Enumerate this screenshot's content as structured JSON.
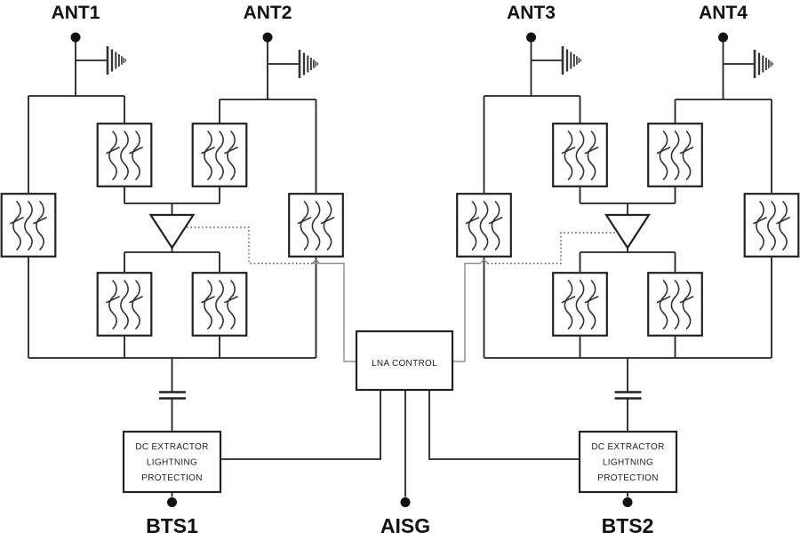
{
  "colors": {
    "background": "#ffffff",
    "line": "#222222",
    "control_line": "#8f8f8f",
    "dotted_control_line": "#555555",
    "text": "#111111"
  },
  "icons": {
    "filter": "rf-filter-icon",
    "amplifier": "lna-amplifier-icon",
    "arrester": "surge-arrester-icon",
    "capacitor": "dc-block-capacitor-icon",
    "terminal": "port-terminal-icon"
  },
  "ports": {
    "ant1": "ANT1",
    "ant2": "ANT2",
    "ant3": "ANT3",
    "ant4": "ANT4",
    "bts1": "BTS1",
    "bts2": "BTS2",
    "aisg": "AISG"
  },
  "blocks": {
    "lna_control": {
      "label": "LNA CONTROL"
    },
    "dc_extractor_1": {
      "line1": "DC EXTRACTOR",
      "line2": "LIGHTNING",
      "line3": "PROTECTION"
    },
    "dc_extractor_2": {
      "line1": "DC EXTRACTOR",
      "line2": "LIGHTNING",
      "line3": "PROTECTION"
    }
  }
}
